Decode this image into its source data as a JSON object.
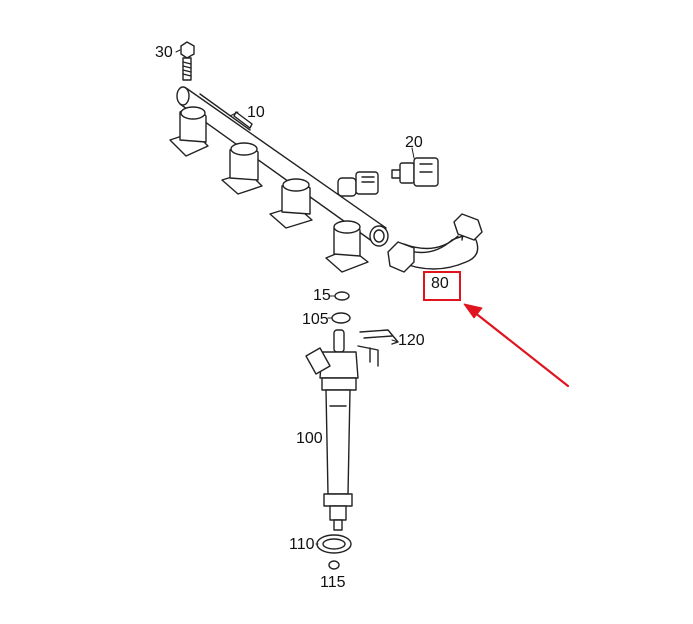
{
  "callouts": {
    "c30": "30",
    "c10": "10",
    "c20": "20",
    "c80": "80",
    "c15": "15",
    "c105": "105",
    "c120": "120",
    "c100": "100",
    "c110": "110",
    "c115": "115"
  },
  "highlight": {
    "part": "80",
    "color": "#e0141e"
  }
}
